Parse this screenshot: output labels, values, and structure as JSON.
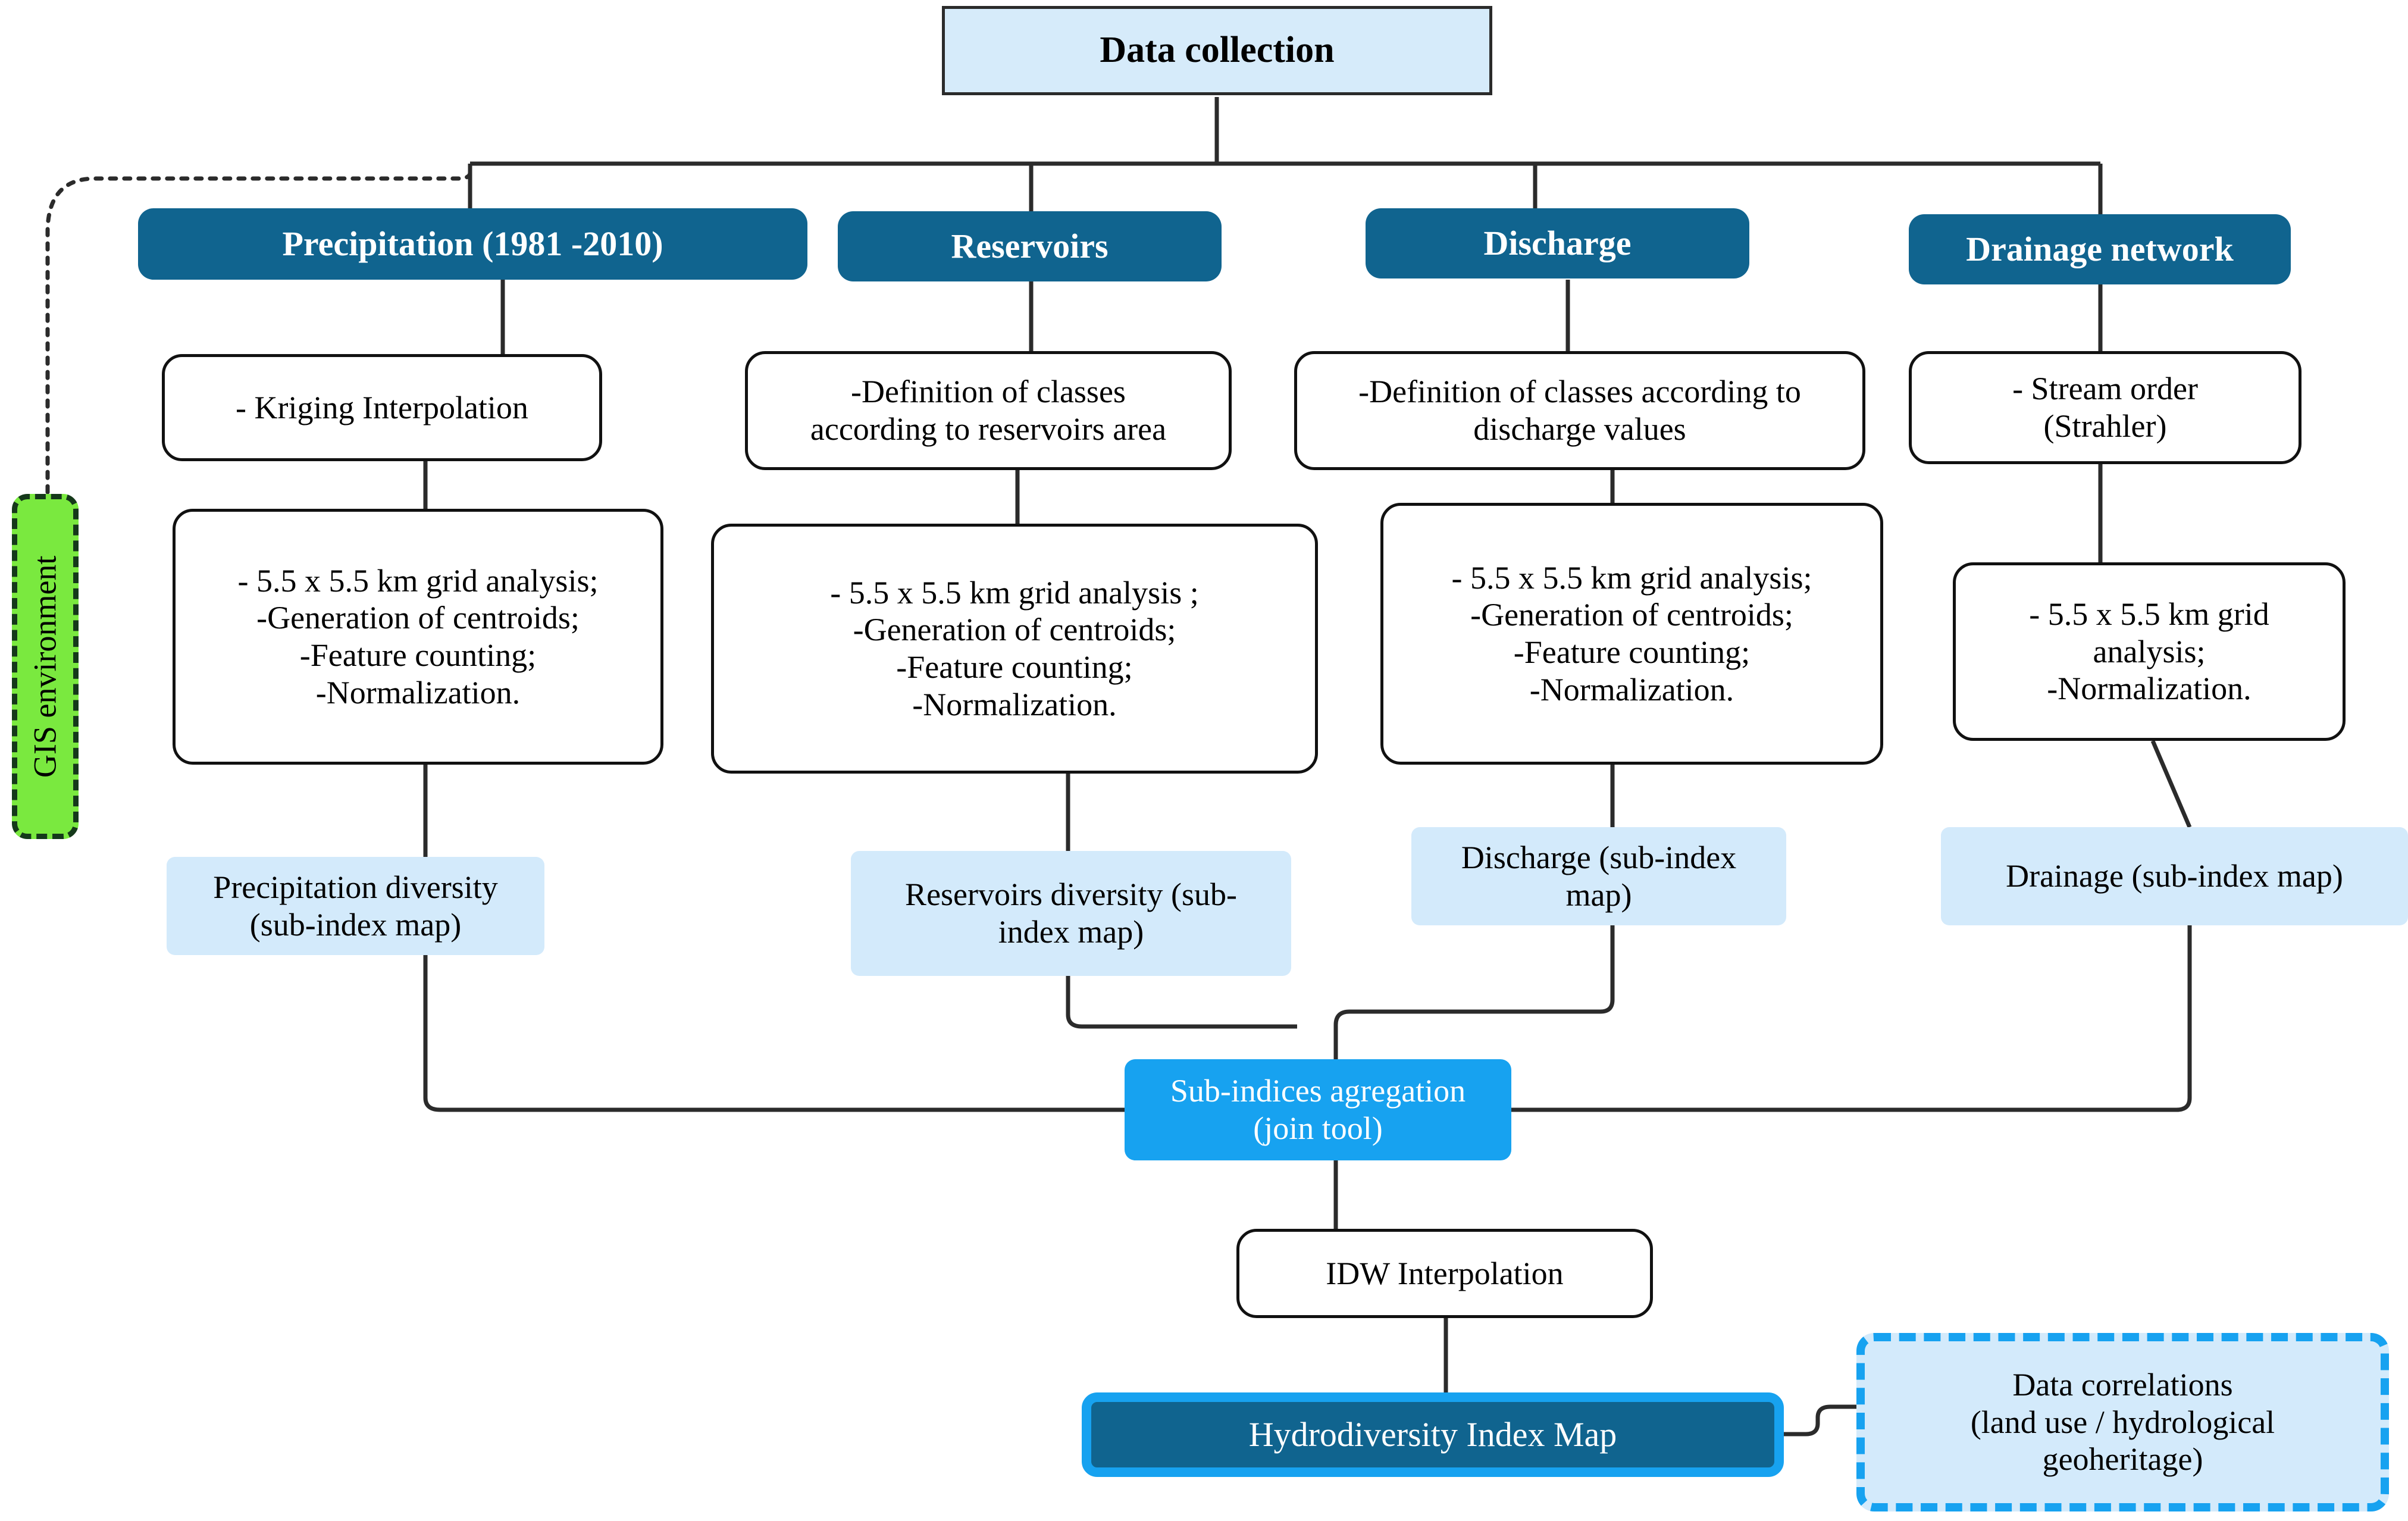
{
  "diagram": {
    "title": "Hydrodiversity Index methodology flowchart",
    "colors": {
      "header_blue": "#10648f",
      "pale_blue": "#d3eafb",
      "bright_blue": "#17a2f0",
      "green": "#7ae93f",
      "line": "#2b2b2b",
      "white": "#ffffff",
      "black": "#000000"
    }
  },
  "nodes": {
    "data_collection": "Data collection",
    "gis_environment": "GIS environment",
    "headers": {
      "precipitation": "Precipitation (1981 -2010)",
      "reservoirs": "Reservoirs",
      "discharge": "Discharge",
      "drainage": "Drainage network"
    },
    "steps": {
      "precip_method": "-  Kriging Interpolation",
      "reservoirs_method": "-Definition of classes\naccording to reservoirs area",
      "discharge_method": "-Definition of classes according to\ndischarge values",
      "drainage_method": "- Stream order\n(Strahler)",
      "precip_grid": "- 5.5 x 5.5 km grid analysis;\n-Generation of centroids;\n-Feature counting;\n-Normalization.",
      "reservoirs_grid": "- 5.5 x 5.5 km grid analysis ;\n-Generation of centroids;\n-Feature counting;\n-Normalization.",
      "discharge_grid": "- 5.5 x 5.5 km grid analysis;\n-Generation of centroids;\n-Feature counting;\n-Normalization.",
      "drainage_grid": "-  5.5 x 5.5 km grid\nanalysis;\n-Normalization."
    },
    "outputs": {
      "precipitation": "Precipitation diversity\n(sub-index map)",
      "reservoirs": "Reservoirs diversity (sub-\nindex map)",
      "discharge": "Discharge  (sub-index\nmap)",
      "drainage": "Drainage (sub-index map)"
    },
    "aggregation": "Sub-indices agregation\n(join tool)",
    "idw": "IDW Interpolation",
    "result": "Hydrodiversity Index Map",
    "correlations": "Data correlations\n(land use / hydrological\ngeoheritage)"
  }
}
